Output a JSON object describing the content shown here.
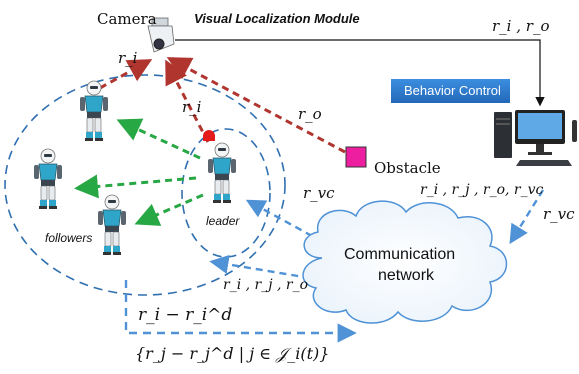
{
  "camera_label": "Camera",
  "module_title": "Visual Localization Module",
  "behavior_control_label": "Behavior Control",
  "obstacle_label": "Obstacle",
  "leader_label": "leader",
  "followers_label": "followers",
  "network_label_line1": "Communication",
  "network_label_line2": "network",
  "signals": {
    "camera_to_pc": "r_i , r_o",
    "ri_top": "r_i",
    "ri_leader": "r_i",
    "ro": "r_o",
    "rvc_leader": "r_vc",
    "pc_to_network": "r_i , r_j , r_o, r_vc",
    "rvc_right": "r_vc",
    "network_to_group": "r_i , r_j , r_o",
    "error_self": "r_i − r_i^d",
    "error_neighbors": "{r_j − r_j^d | j ∈ 𝒥_i(t)}"
  },
  "colors": {
    "red_arrow": "#b0352f",
    "green_arrow": "#28a745",
    "blue_dashed": "#4f92d6",
    "behavior_box": "#2f7fd0",
    "obstacle": "#ee1ea0",
    "ellipse": "#2f6fb0"
  },
  "icons": [
    "camera-icon",
    "robot-icon",
    "computer-icon",
    "cloud-icon",
    "obstacle-square"
  ]
}
